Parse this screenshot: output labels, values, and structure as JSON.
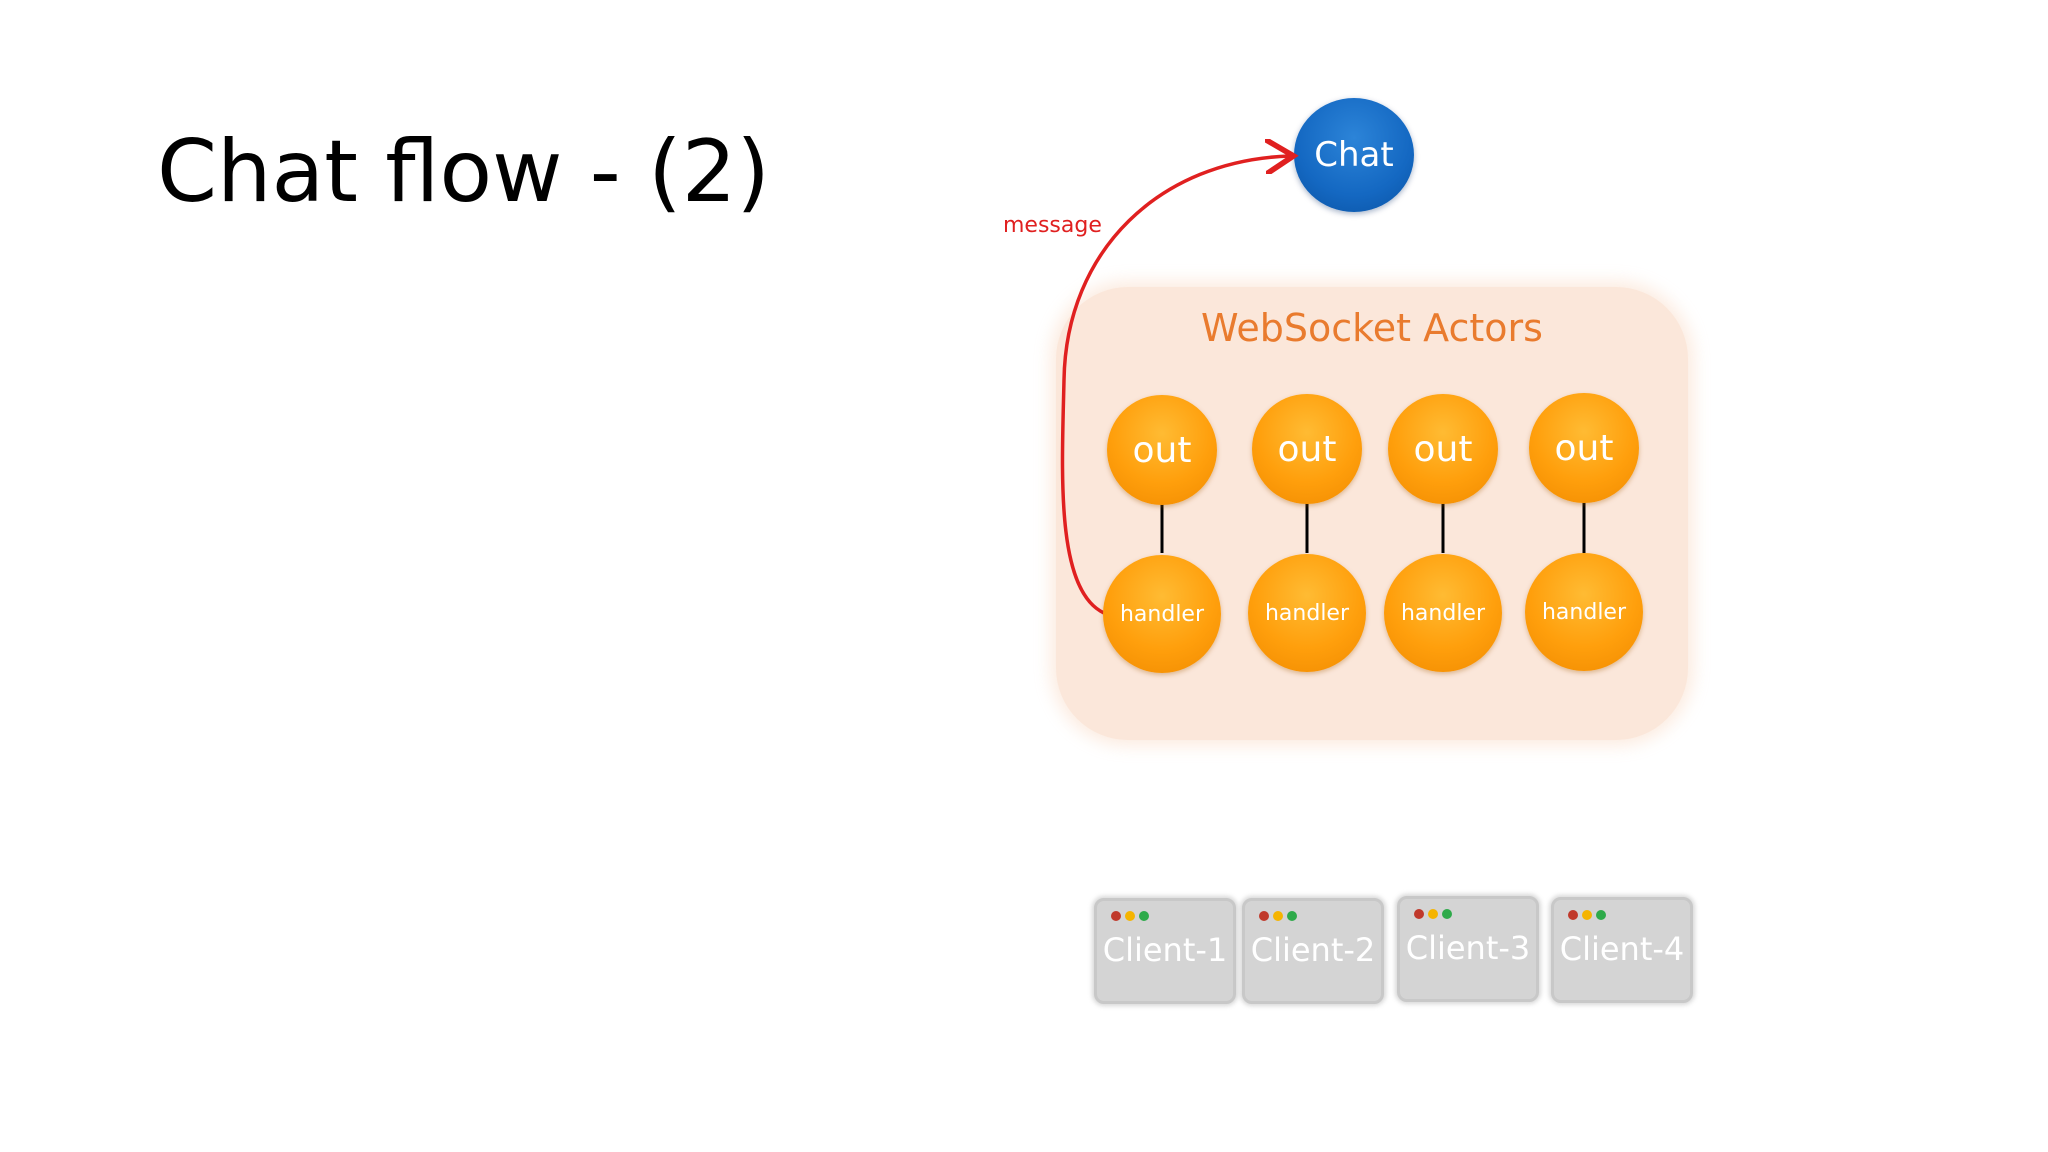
{
  "slide": {
    "title": "Chat flow - (2)"
  },
  "diagram": {
    "chat_label": "Chat",
    "arrow_label": "message",
    "group_title": "WebSocket Actors",
    "actors": [
      {
        "out_label": "out",
        "handler_label": "handler"
      },
      {
        "out_label": "out",
        "handler_label": "handler"
      },
      {
        "out_label": "out",
        "handler_label": "handler"
      },
      {
        "out_label": "out",
        "handler_label": "handler"
      }
    ],
    "clients": [
      {
        "label": "Client-1"
      },
      {
        "label": "Client-2"
      },
      {
        "label": "Client-3"
      },
      {
        "label": "Client-4"
      }
    ],
    "colors": {
      "arrow": "#e02020",
      "node_orange": "#ff9f0c",
      "chat_blue": "#1468c2",
      "group_fill": "#fbe7da",
      "group_title": "#e97b2e",
      "client_gray": "#d4d4d4",
      "client_dots": [
        "#c0392b",
        "#f5b400",
        "#2eaa4a"
      ]
    }
  }
}
